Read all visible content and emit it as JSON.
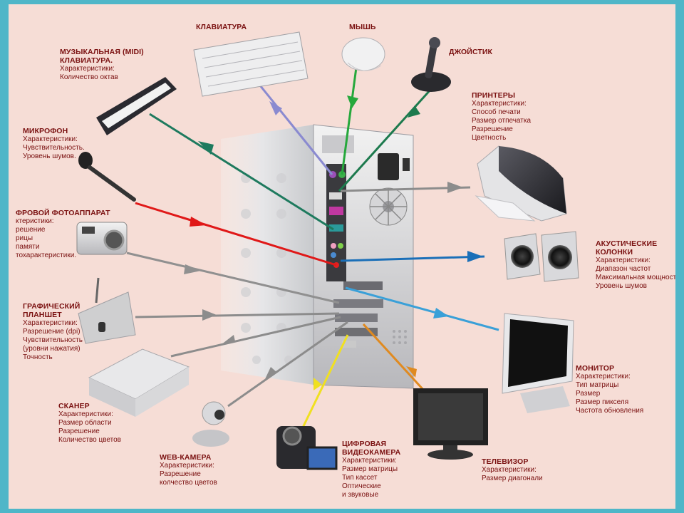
{
  "colors": {
    "frame": "#4fb6c8",
    "background": "#f6ddd6",
    "label": "#7a1010"
  },
  "labels": {
    "keyboard": {
      "title": "КЛАВИАТУРА"
    },
    "mouse": {
      "title": "МЫШЬ"
    },
    "joystick": {
      "title": "ДЖОЙСТИК"
    },
    "midi": {
      "title1": "МУЗЫКАЛЬНАЯ (MIDI)",
      "title2": "КЛАВИАТУРА.",
      "lines": [
        "Характеристики:",
        "Количество октав"
      ]
    },
    "printers": {
      "title": "ПРИНТЕРЫ",
      "lines": [
        "Характеристики:",
        "Способ печати",
        "Размер отпечатка",
        "Разрешение",
        "Цветность"
      ]
    },
    "microphone": {
      "title": "МИКРОФОН",
      "lines": [
        "Характеристики:",
        "Чувствительность.",
        "Уровень шумов."
      ]
    },
    "camera": {
      "title": "ФРОВОЙ ФОТОАППАРАТ",
      "lines": [
        "ктеристики:",
        "решение",
        "рицы",
        "памяти",
        "тохарактеристики."
      ]
    },
    "speakers": {
      "title1": "АКУСТИЧЕСКИЕ",
      "title2": "КОЛОНКИ",
      "lines": [
        "Характеристики:",
        "Диапазон частот",
        "Максимальная мощность",
        "Уровень шумов"
      ]
    },
    "tablet": {
      "title1": "ГРАФИЧЕСКИЙ",
      "title2": "ПЛАНШЕТ",
      "lines": [
        "Характеристики:",
        "Разрешение (dpi)",
        "Чувствительность",
        "(уровни нажатия)",
        "Точность"
      ]
    },
    "monitor": {
      "title": "МОНИТОР",
      "lines": [
        "Характеристики:",
        "Тип матрицы",
        "Размер",
        "Размер пикселя",
        "Частота обновления"
      ]
    },
    "scanner": {
      "title": "СКАНЕР",
      "lines": [
        "Характеристики:",
        "Размер области",
        "Разрешение",
        "Количество цветов"
      ]
    },
    "webcam": {
      "title": "WEB-КАМЕРА",
      "lines": [
        "Характеристики:",
        "Разрешение",
        "колчество цветов"
      ]
    },
    "videocam": {
      "title1": "ЦИФРОВАЯ",
      "title2": "ВИДЕОКАМЕРА",
      "lines": [
        "Характеристики:",
        "Размер матрицы",
        "Тип кассет",
        "Оптические",
        "и звуковые"
      ]
    },
    "tv": {
      "title": "ТЕЛЕВИЗОР",
      "lines": [
        "Характеристики:",
        "Размер диагонали"
      ]
    }
  },
  "arrow_colors": {
    "midi": "#1e7a5e",
    "keyboard": "#8a8ad0",
    "mouse": "#26a83c",
    "joystick": "#1d7a4e",
    "printer": "#8c8c8c",
    "microphone": "#e01818",
    "camera": "#909090",
    "speakers": "#1a6fb8",
    "tablet": "#8c8c8c",
    "monitor": "#3aa0d8",
    "scanner": "#8c8c8c",
    "webcam": "#8c8c8c",
    "videocam": "#f0e020",
    "tv": "#e08a20"
  }
}
